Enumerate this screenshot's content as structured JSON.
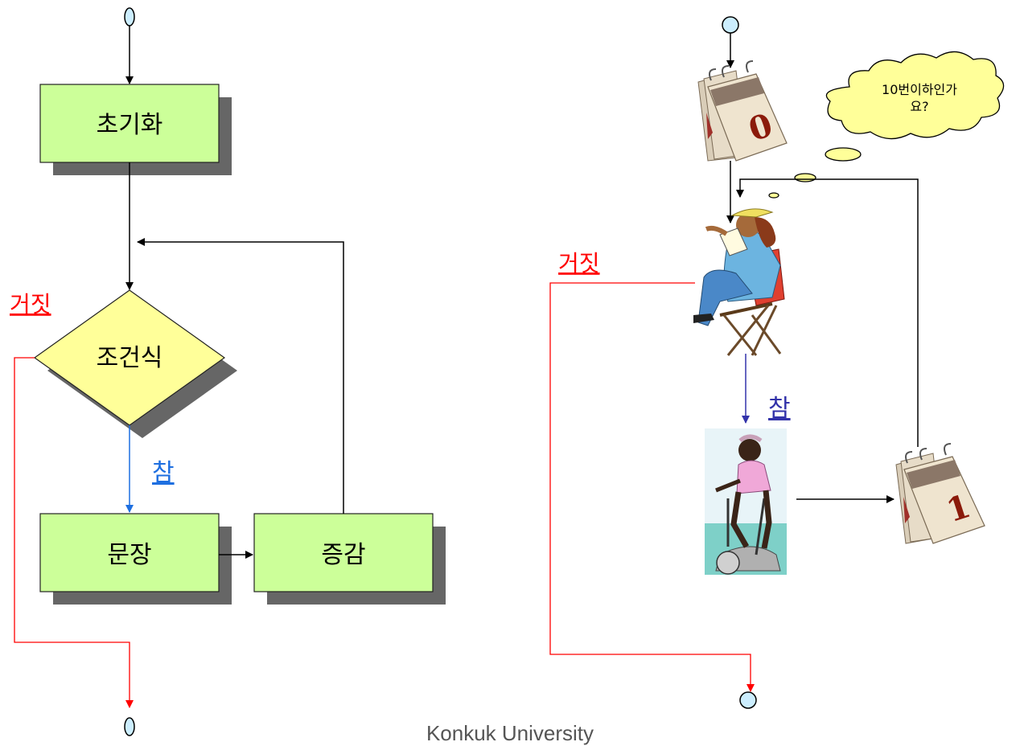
{
  "flowchart": {
    "init_label": "초기화",
    "condition_label": "조건식",
    "statement_label": "문장",
    "increment_label": "증감",
    "true_label": "참",
    "false_label": "거짓"
  },
  "illustration": {
    "thought_bubble_line1": "10번이하인가",
    "thought_bubble_line2": "요?",
    "calendar_top_number": "0",
    "calendar_bottom_number": "1",
    "true_label": "참",
    "false_label": "거짓"
  },
  "footer": "Konkuk University",
  "colors": {
    "process_fill": "#ccff99",
    "decision_fill": "#ffff99",
    "shadow": "#666666",
    "true_left": "#1e6fe0",
    "true_right": "#3333aa",
    "false": "#ff0000",
    "terminal_fill": "#cceeff"
  }
}
